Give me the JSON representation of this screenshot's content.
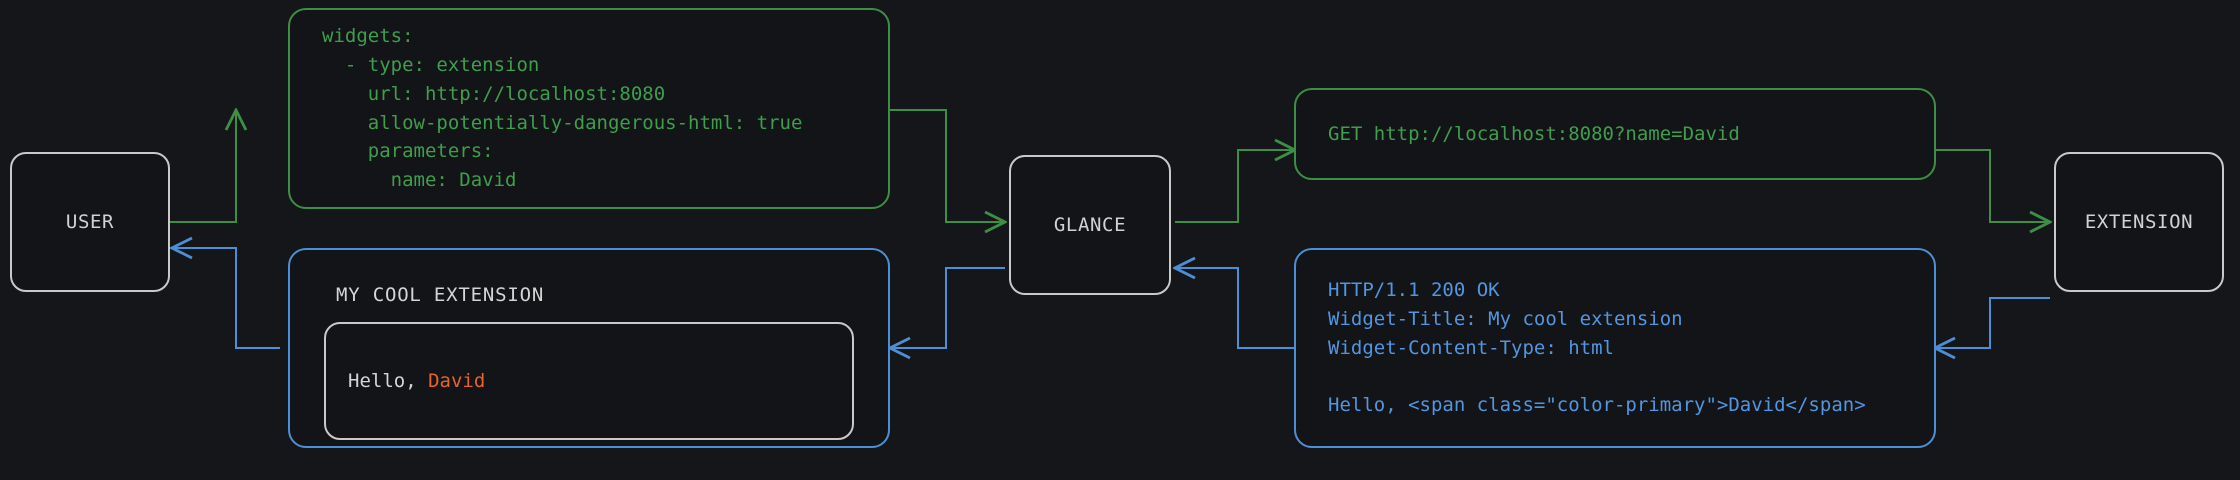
{
  "colors": {
    "background": "#15161a",
    "node_border": "#c9c9c9",
    "node_label": "#d2d2d2",
    "request_green": "#3e9e4c",
    "response_blue": "#5296e0",
    "accent_orange": "#e8632a"
  },
  "nodes": {
    "user": {
      "label": "USER"
    },
    "glance": {
      "label": "GLANCE"
    },
    "extension": {
      "label": "EXTENSION"
    }
  },
  "config_box": {
    "code": "widgets:\n  - type: extension\n    url: http://localhost:8080\n    allow-potentially-dangerous-html: true\n    parameters:\n      name: David"
  },
  "request_box": {
    "code": "GET http://localhost:8080?name=David"
  },
  "response_box": {
    "code": "HTTP/1.1 200 OK\nWidget-Title: My cool extension\nWidget-Content-Type: html\n\nHello, <span class=\"color-primary\">David</span>"
  },
  "widget_preview": {
    "title": "MY COOL EXTENSION",
    "greeting_prefix": "Hello, ",
    "greeting_name": "David"
  },
  "flow": {
    "edges": [
      {
        "from": "user",
        "to": "config_box",
        "kind": "request"
      },
      {
        "from": "config_box",
        "to": "glance",
        "kind": "request"
      },
      {
        "from": "glance",
        "to": "request_box",
        "kind": "request"
      },
      {
        "from": "request_box",
        "to": "extension",
        "kind": "request"
      },
      {
        "from": "extension",
        "to": "response_box",
        "kind": "response"
      },
      {
        "from": "response_box",
        "to": "glance",
        "kind": "response"
      },
      {
        "from": "glance",
        "to": "widget_preview",
        "kind": "response"
      },
      {
        "from": "widget_preview",
        "to": "user",
        "kind": "response"
      }
    ]
  }
}
